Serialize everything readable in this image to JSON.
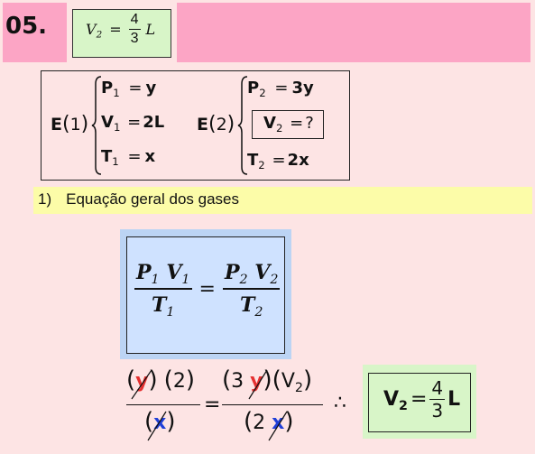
{
  "header": {
    "question_number": "05.",
    "answer": {
      "var": "V",
      "sub": "2",
      "eq": "=",
      "num": "4",
      "den": "3",
      "unit": "L"
    }
  },
  "state1": {
    "label_E": "E",
    "label_n": "1",
    "rows": [
      {
        "var": "P",
        "sub": "1",
        "eq": "=",
        "val": "y"
      },
      {
        "var": "V",
        "sub": "1",
        "eq": "=",
        "val": "2L"
      },
      {
        "var": "T",
        "sub": "1",
        "eq": "=",
        "val": "x"
      }
    ]
  },
  "state2": {
    "label_E": "E",
    "label_n": "2",
    "rows": [
      {
        "var": "P",
        "sub": "2",
        "eq": "=",
        "val": "3y"
      },
      {
        "var": "V",
        "sub": "2",
        "eq": "=",
        "val": "?"
      },
      {
        "var": "T",
        "sub": "2",
        "eq": "=",
        "val": "2x"
      }
    ]
  },
  "step": {
    "number": "1)",
    "text": "Equação geral dos gases"
  },
  "gas_law": {
    "P1": "P",
    "P1sub": "1",
    "V1": "V",
    "V1sub": "1",
    "T1": "T",
    "T1sub": "1",
    "P2": "P",
    "P2sub": "2",
    "V2": "V",
    "V2sub": "2",
    "T2": "T",
    "T2sub": "2",
    "eq": "="
  },
  "substitution": {
    "lhs_num_a": "y",
    "lhs_num_b": "2",
    "lhs_den": "x",
    "eq": "=",
    "rhs_num_a_coef": "3",
    "rhs_num_a_var": "y",
    "rhs_num_b_var": "V",
    "rhs_num_b_sub": "2",
    "rhs_den_coef": "2",
    "rhs_den_var": "x",
    "therefore": "∴"
  },
  "final": {
    "var": "V",
    "sub": "2",
    "eq": "=",
    "num": "4",
    "den": "3",
    "unit": "L"
  },
  "colors": {
    "header_pink": "#fca5c5",
    "background": "#fde4e4",
    "answer_green": "#d8f5c8",
    "banner_yellow": "#fcfca8",
    "formula_blue": "#cfe2ff",
    "cancel_red": "#e53030",
    "cancel_blue": "#1f3fd8"
  }
}
